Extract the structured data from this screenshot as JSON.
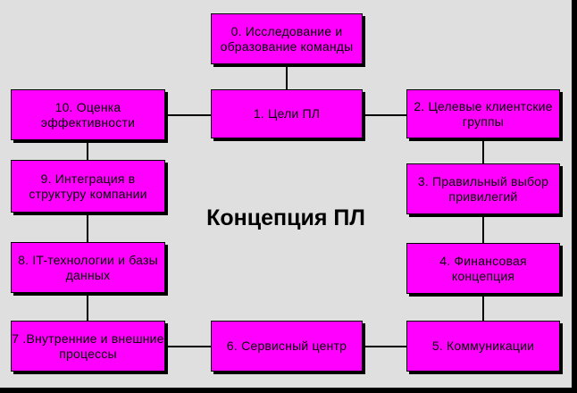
{
  "title": "Концепция ПЛ",
  "nodes": [
    {
      "id": "n0",
      "label": "0. Исследование и образование команды"
    },
    {
      "id": "n1",
      "label": "1. Цели ПЛ"
    },
    {
      "id": "n2",
      "label": "2. Целевые клиентские группы"
    },
    {
      "id": "n3",
      "label": "3. Правильный выбор привилегий"
    },
    {
      "id": "n4",
      "label": "4. Финансовая концепция"
    },
    {
      "id": "n5",
      "label": "5. Коммуникации"
    },
    {
      "id": "n6",
      "label": "6. Сервисный центр"
    },
    {
      "id": "n7",
      "label": "7 .Внутренние и внешние процессы"
    },
    {
      "id": "n8",
      "label": "8. IT-технологии и базы данных"
    },
    {
      "id": "n9",
      "label": "9. Интеграция в структуру компании"
    },
    {
      "id": "n10",
      "label": "10. Оценка эффективности"
    }
  ],
  "colors": {
    "node_fill": "#ff00ff",
    "background": "#dfdfdf"
  }
}
